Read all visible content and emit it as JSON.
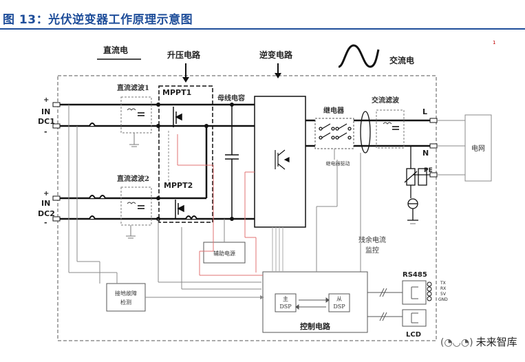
{
  "figure_title": "图 13：光伏逆变器工作原理示意图",
  "page_number": "1",
  "labels": {
    "dc_power": "直流电",
    "boost_circuit": "升压电路",
    "inverter_circuit": "逆变电路",
    "ac_power": "交流电",
    "dc_filter_1": "直流滤波1",
    "dc_filter_2": "直流滤波2",
    "mppt1": "MPPT1",
    "mppt2": "MPPT2",
    "bus_capacitor": "母线电容",
    "relay": "继电器",
    "relay_drive": "继电器驱动",
    "ac_filter": "交流滤波",
    "grid": "电网",
    "aux_power": "辅助电源",
    "residual_current_line1": "残余电流",
    "residual_current_line2": "监控",
    "ground_fault_line1": "接地故障",
    "ground_fault_line2": "检测",
    "master_line1": "主",
    "master_line2": "DSP",
    "slave_line1": "从",
    "slave_line2": "DSP",
    "control_circuit": "控制电路",
    "rs485": "RS485",
    "lcd": "LCD",
    "l": "L",
    "n": "N",
    "pe": "PE"
  },
  "inputs": [
    {
      "plus": "+",
      "name_line1": "IN",
      "name_line2": "DC1",
      "minus": "-"
    },
    {
      "plus": "+",
      "name_line1": "IN",
      "name_line2": "DC2",
      "minus": "-"
    }
  ],
  "rs485_pins": [
    "TX",
    "RX",
    "5V",
    "GND"
  ],
  "brand": {
    "icon": "wechat-icon",
    "text": "未来智库"
  },
  "colors": {
    "title": "#1f4e9a",
    "wire": "#111111",
    "signal_wire": "#888888",
    "control_wire": "#e07070",
    "frame": "#555555"
  }
}
